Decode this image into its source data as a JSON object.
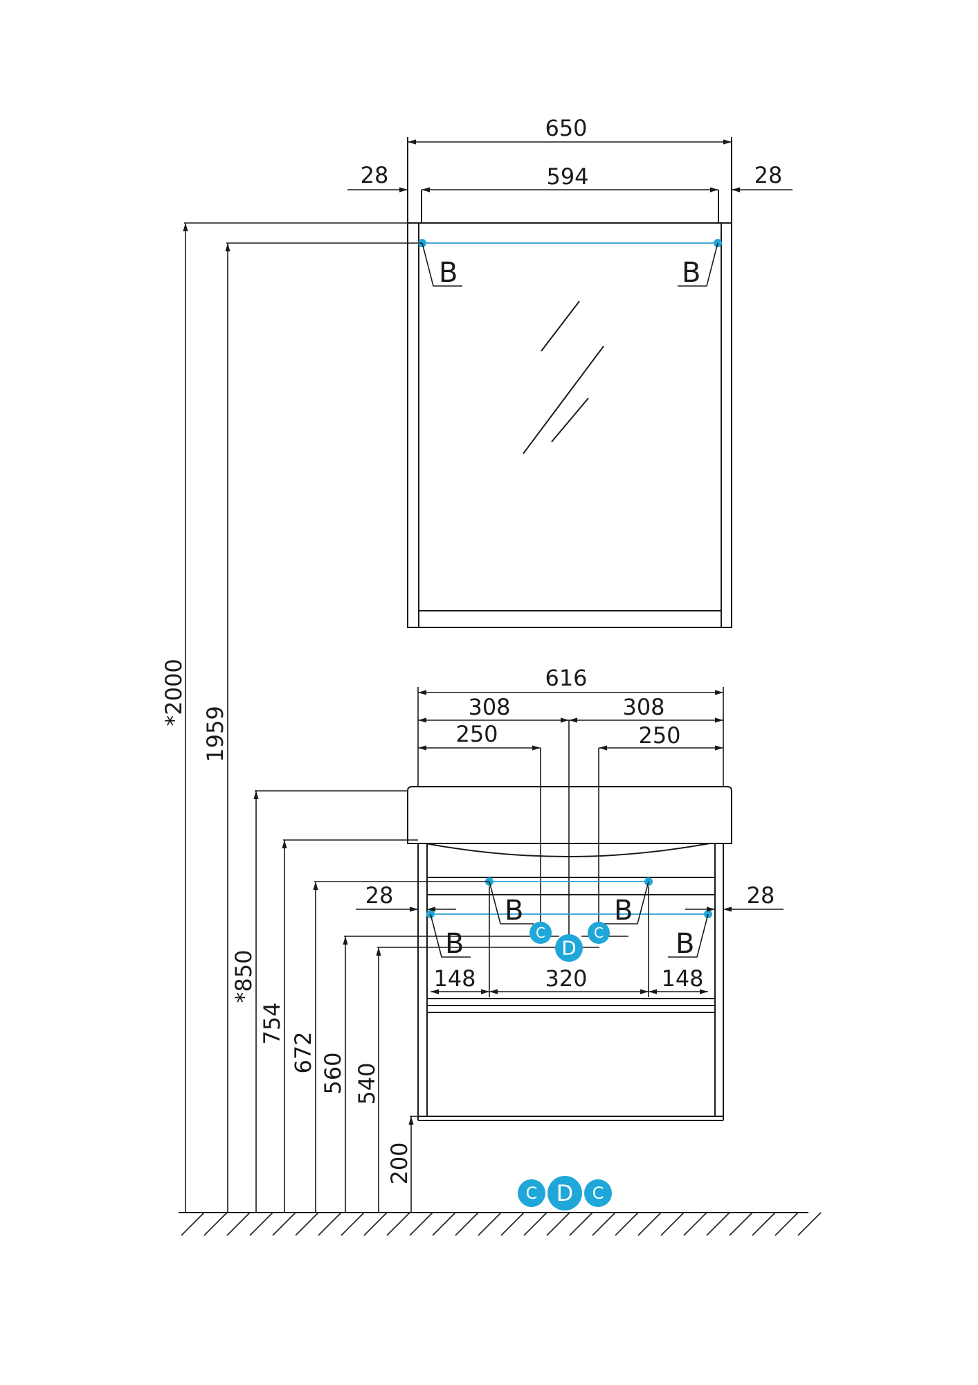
{
  "colors": {
    "line": "#1a1a1a",
    "accent": "#1ea7d8",
    "background": "#ffffff"
  },
  "dims": {
    "mirror_width": "650",
    "mirror_inner": "594",
    "mirror_side_left": "28",
    "mirror_side_right": "28",
    "vanity_width": "616",
    "half_left": "308",
    "half_right": "308",
    "offset_left": "250",
    "offset_right": "250",
    "vanity_side_left": "28",
    "vanity_side_right": "28",
    "span_left": "148",
    "span_center": "320",
    "span_right": "148",
    "h_total": "*2000",
    "h_mirror": "1959",
    "h_basin": "*850",
    "h_754": "754",
    "h_672": "672",
    "h_560": "560",
    "h_540": "540",
    "h_200": "200"
  },
  "labels": {
    "b": "B",
    "c": "C",
    "d": "D"
  }
}
